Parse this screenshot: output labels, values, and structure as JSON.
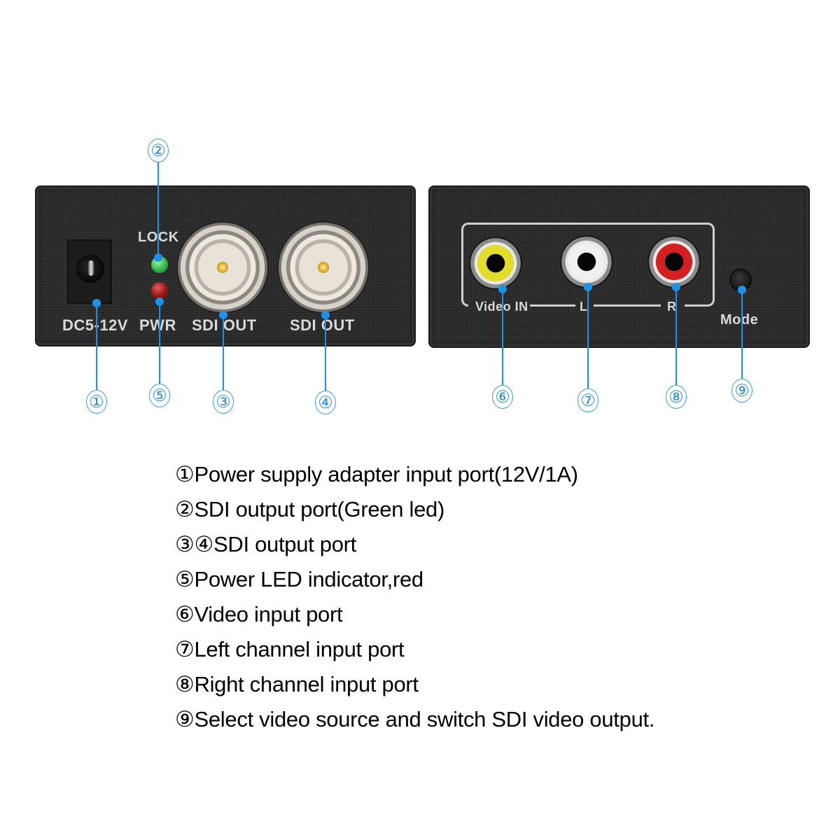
{
  "device": {
    "front_panel": {
      "labels": {
        "dc": "DC5-12V",
        "lock": "LOCK",
        "pwr": "PWR",
        "sdi_out_1": "SDI OUT",
        "sdi_out_2": "SDI OUT"
      },
      "led_colors": {
        "lock": "#2fb54a",
        "pwr": "#9c1515"
      }
    },
    "rear_panel": {
      "labels": {
        "video_in": "Video IN",
        "left": "L",
        "right": "R",
        "mode": "Mode"
      },
      "rca_colors": {
        "video": "#e2dc2a",
        "left": "#f0f0f0",
        "right": "#d42020"
      }
    }
  },
  "callouts": {
    "accent_color": "#1e90e6",
    "c1": "①",
    "c2": "②",
    "c3": "③",
    "c4": "④",
    "c5": "⑤",
    "c6": "⑥",
    "c7": "⑦",
    "c8": "⑧",
    "c9": "⑨"
  },
  "legend": {
    "items": [
      "①Power supply adapter input port(12V/1A)",
      "②SDI output port(Green led)",
      "③④SDI  output port",
      "⑤Power LED indicator,red",
      "⑥Video input port",
      "⑦Left channel input port",
      "⑧Right channel input port",
      "⑨Select video source and switch SDI video output."
    ]
  }
}
